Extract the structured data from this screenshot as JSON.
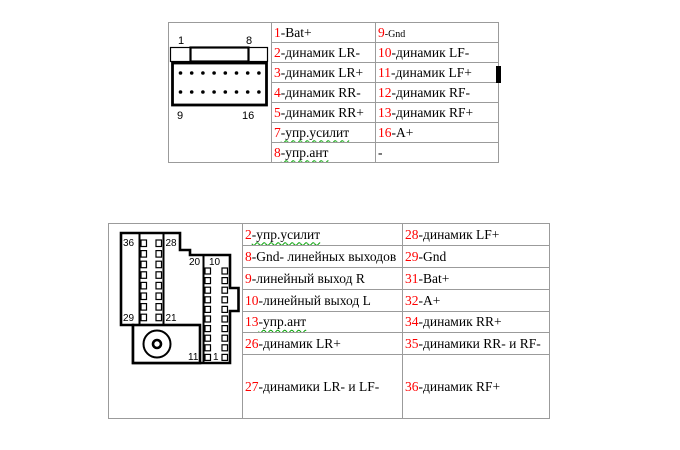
{
  "colors": {
    "pin_number": "#ff0000",
    "text": "#000000",
    "table_border": "#9b9b9b",
    "squiggle": "#00a000",
    "connector_line": "#000000"
  },
  "top_connector": {
    "name": "16-pin ISO radio connector",
    "labels": {
      "tl": "1",
      "tr": "8",
      "bl": "9",
      "br": "16"
    },
    "pin_rows": 2,
    "pins_per_row": 8
  },
  "top_table": {
    "rows": [
      {
        "left": {
          "num": "1",
          "label": "-Bat+"
        },
        "right": {
          "num": "9",
          "label": "-Gnd"
        }
      },
      {
        "left": {
          "num": "2",
          "label": "-динамик LR-"
        },
        "right": {
          "num": "10",
          "label": "-динамик LF-"
        }
      },
      {
        "left": {
          "num": "3",
          "label": "-динамик LR+"
        },
        "right": {
          "num": "11",
          "label": "-динамик LF+"
        }
      },
      {
        "left": {
          "num": "4",
          "label": "-динамик RR-"
        },
        "right": {
          "num": "12",
          "label": "-динамик RF-"
        }
      },
      {
        "left": {
          "num": "5",
          "label": "-динамик RR+"
        },
        "right": {
          "num": "13",
          "label": "-динамик RF+"
        }
      },
      {
        "left": {
          "num": "7",
          "label": "-упр.усилит"
        },
        "right": {
          "num": "16",
          "label": "-A+"
        }
      },
      {
        "left": {
          "num": "8",
          "label": "-упр.ант"
        },
        "right": {
          "num": "",
          "label": "-"
        }
      }
    ]
  },
  "bottom_connector": {
    "name": "36-pin radio connector",
    "left_block": {
      "labels": {
        "tl": "36",
        "tr": "28",
        "bl": "29",
        "br": "21"
      },
      "pins_per_column": 8
    },
    "right_block": {
      "labels": {
        "tl": "20",
        "tr": "10",
        "bl": "11",
        "br": "1"
      },
      "pins_per_column": 10
    }
  },
  "bottom_table": {
    "rows": [
      {
        "left": {
          "num": "2",
          "label": "-упр.усилит"
        },
        "right": {
          "num": "28",
          "label": "-динамик LF+"
        }
      },
      {
        "left": {
          "num": "8",
          "label": "-Gnd- линейных выходов"
        },
        "right": {
          "num": "29",
          "label": "-Gnd"
        }
      },
      {
        "left": {
          "num": "9",
          "label": "-линейный выход R"
        },
        "right": {
          "num": "31",
          "label": "-Bat+"
        }
      },
      {
        "left": {
          "num": "10",
          "label": "-линейный выход L"
        },
        "right": {
          "num": "32",
          "label": "-A+"
        }
      },
      {
        "left": {
          "num": "13",
          "label": "-упр.ант"
        },
        "right": {
          "num": "34",
          "label": "-динамик RR+"
        }
      },
      {
        "left": {
          "num": "26",
          "label": "-динамик LR+"
        },
        "right": {
          "num": "35",
          "label": "-динамики RR- и RF-"
        }
      },
      {
        "left": {
          "num": "27",
          "label": "-динамики LR- и LF-"
        },
        "right": {
          "num": "36",
          "label": "-динамик RF+"
        }
      }
    ]
  }
}
